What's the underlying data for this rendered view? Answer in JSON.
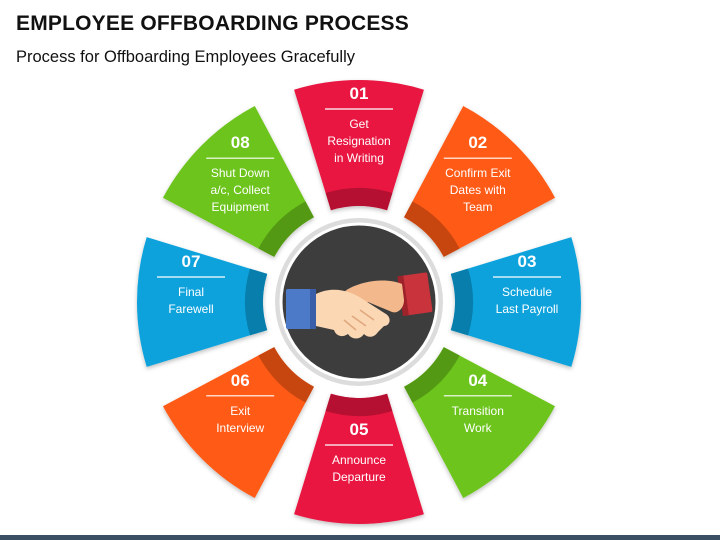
{
  "header": {
    "title": "EMPLOYEE OFFBOARDING PROCESS",
    "subtitle": "Process for Offboarding Employees Gracefully"
  },
  "center": {
    "icon": "handshake-icon"
  },
  "steps": [
    {
      "number": "01",
      "lines": [
        "Get",
        "Resignation",
        "in Writing"
      ],
      "color": "#e8153f"
    },
    {
      "number": "02",
      "lines": [
        "Confirm Exit",
        "Dates with",
        "Team"
      ],
      "color": "#ff5a14"
    },
    {
      "number": "03",
      "lines": [
        "Schedule",
        "Last Payroll"
      ],
      "color": "#0aa2dc"
    },
    {
      "number": "04",
      "lines": [
        "Transition",
        "Work"
      ],
      "color": "#6cc41a"
    },
    {
      "number": "05",
      "lines": [
        "Announce",
        "Departure"
      ],
      "color": "#e8153f"
    },
    {
      "number": "06",
      "lines": [
        "Exit",
        "Interview"
      ],
      "color": "#ff5a14"
    },
    {
      "number": "07",
      "lines": [
        "Final",
        "Farewell"
      ],
      "color": "#0aa2dc"
    },
    {
      "number": "08",
      "lines": [
        "Shut Down",
        "a/c, Collect",
        "Equipment"
      ],
      "color": "#6cc41a"
    }
  ]
}
